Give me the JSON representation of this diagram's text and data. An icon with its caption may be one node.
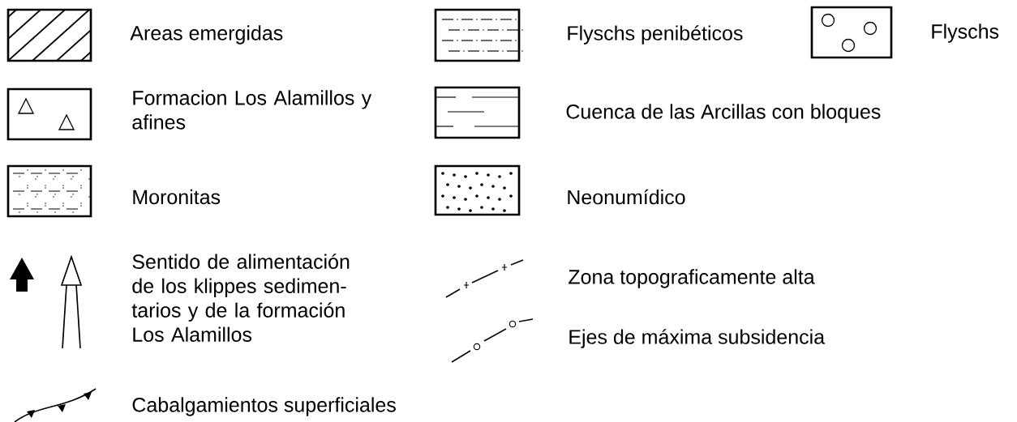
{
  "diagram": {
    "legend": [
      {
        "text": "Areas emergidas"
      },
      {
        "text": "Flyschs penibéticos"
      },
      {
        "text": "Flyschs"
      },
      {
        "text": "Formacion Los Alamillos y afines"
      },
      {
        "text": "Cuenca de las Arcillas con bloques"
      },
      {
        "text": "Moronitas"
      },
      {
        "text": "Neonumídico"
      },
      {
        "text": "Sentido de alimentación de los klippes sedimen- tarios y de la formación Los Alamillos"
      },
      {
        "text": "Zona topograficamente alta"
      },
      {
        "text": "Ejes de máxima subsidencia"
      },
      {
        "text": "Cabalgamientos superficiales"
      }
    ]
  }
}
